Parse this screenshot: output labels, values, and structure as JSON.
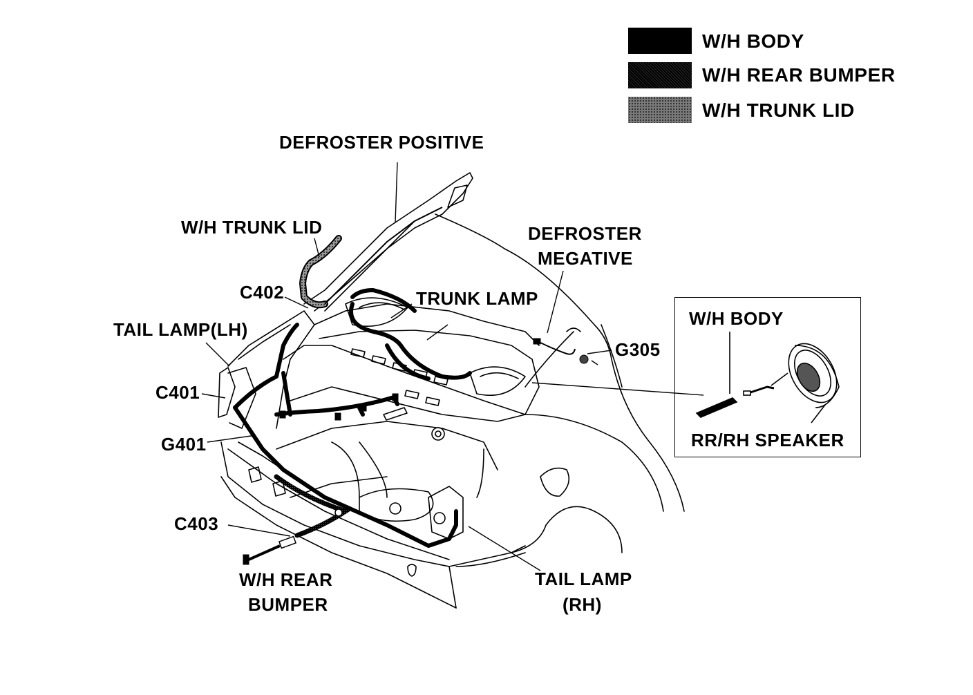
{
  "legend": [
    {
      "label": "W/H BODY",
      "swatch": "#000000"
    },
    {
      "label": "W/H REAR BUMPER",
      "swatch": "#1a1a1a"
    },
    {
      "label": "W/H TRUNK LID",
      "swatch": "#6e6e6e"
    }
  ],
  "labels": {
    "defroster_positive": "DEFROSTER POSITIVE",
    "wh_trunk_lid": "W/H TRUNK LID",
    "defroster_negative_1": "DEFROSTER",
    "defroster_negative_2": "MEGATIVE",
    "c402": "C402",
    "trunk_lamp": "TRUNK LAMP",
    "tail_lamp_lh": "TAIL LAMP(LH)",
    "g305": "G305",
    "c401": "C401",
    "g401": "G401",
    "c403": "C403",
    "wh_rear_bumper_1": "W/H REAR",
    "wh_rear_bumper_2": "BUMPER",
    "tail_lamp_rh_1": "TAIL LAMP",
    "tail_lamp_rh_2": "(RH)",
    "inset_wh_body": "W/H BODY",
    "inset_speaker": "RR/RH SPEAKER"
  }
}
